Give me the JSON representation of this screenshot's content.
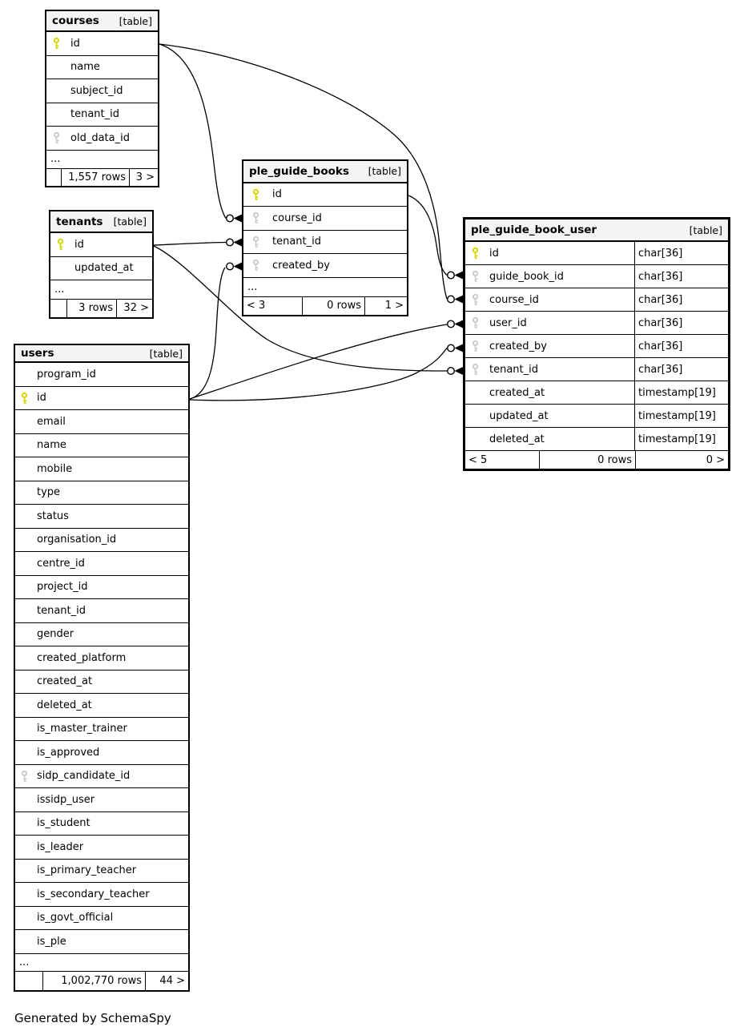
{
  "diagram": {
    "footer_note": "Generated by SchemaSpy",
    "colors": {
      "primary_key": "#d6d600",
      "foreign_key": "#cbcbcb",
      "header_bg": "#f4f4f4",
      "border": "#000000"
    },
    "tables": [
      {
        "id": "courses",
        "name": "courses",
        "tag": "[table]",
        "fields": [
          {
            "label": "id",
            "key": "primary"
          },
          {
            "label": "name"
          },
          {
            "label": "subject_id"
          },
          {
            "label": "tenant_id"
          },
          {
            "label": "old_data_id",
            "key": "foreign"
          }
        ],
        "ellipsis": "...",
        "footer": {
          "left": "",
          "mid": "1,557 rows",
          "right": "3 >"
        }
      },
      {
        "id": "tenants",
        "name": "tenants",
        "tag": "[table]",
        "fields": [
          {
            "label": "id",
            "key": "primary"
          },
          {
            "label": "updated_at"
          }
        ],
        "ellipsis": "...",
        "footer": {
          "left": "",
          "mid": "3 rows",
          "right": "32 >"
        }
      },
      {
        "id": "ple-guide-books",
        "name": "ple_guide_books",
        "tag": "[table]",
        "fields": [
          {
            "label": "id",
            "key": "primary"
          },
          {
            "label": "course_id",
            "key": "foreign"
          },
          {
            "label": "tenant_id",
            "key": "foreign"
          },
          {
            "label": "created_by",
            "key": "foreign"
          }
        ],
        "ellipsis": "...",
        "footer": {
          "left": "< 3",
          "mid": "0 rows",
          "right": "1 >"
        }
      },
      {
        "id": "ple-guide-book-user",
        "name": "ple_guide_book_user",
        "tag": "[table]",
        "fields": [
          {
            "label": "id",
            "key": "primary",
            "type": "char[36]"
          },
          {
            "label": "guide_book_id",
            "key": "foreign",
            "type": "char[36]"
          },
          {
            "label": "course_id",
            "key": "foreign",
            "type": "char[36]"
          },
          {
            "label": "user_id",
            "key": "foreign",
            "type": "char[36]"
          },
          {
            "label": "created_by",
            "key": "foreign",
            "type": "char[36]"
          },
          {
            "label": "tenant_id",
            "key": "foreign",
            "type": "char[36]"
          },
          {
            "label": "created_at",
            "type": "timestamp[19]"
          },
          {
            "label": "updated_at",
            "type": "timestamp[19]"
          },
          {
            "label": "deleted_at",
            "type": "timestamp[19]"
          }
        ],
        "footer": {
          "left": "< 5",
          "mid": "0 rows",
          "right": "0 >"
        }
      },
      {
        "id": "users",
        "name": "users",
        "tag": "[table]",
        "fields": [
          {
            "label": "program_id"
          },
          {
            "label": "id",
            "key": "primary"
          },
          {
            "label": "email"
          },
          {
            "label": "name"
          },
          {
            "label": "mobile"
          },
          {
            "label": "type"
          },
          {
            "label": "status"
          },
          {
            "label": "organisation_id"
          },
          {
            "label": "centre_id"
          },
          {
            "label": "project_id"
          },
          {
            "label": "tenant_id"
          },
          {
            "label": "gender"
          },
          {
            "label": "created_platform"
          },
          {
            "label": "created_at"
          },
          {
            "label": "deleted_at"
          },
          {
            "label": "is_master_trainer"
          },
          {
            "label": "is_approved"
          },
          {
            "label": "sidp_candidate_id",
            "key": "foreign"
          },
          {
            "label": "issidp_user"
          },
          {
            "label": "is_student"
          },
          {
            "label": "is_leader"
          },
          {
            "label": "is_primary_teacher"
          },
          {
            "label": "is_secondary_teacher"
          },
          {
            "label": "is_govt_official"
          },
          {
            "label": "is_ple"
          }
        ],
        "ellipsis": "...",
        "footer": {
          "left": "",
          "mid": "1,002,770 rows",
          "right": "44 >"
        }
      }
    ],
    "relationships": [
      {
        "from": "courses.id",
        "to": "ple_guide_books.course_id"
      },
      {
        "from": "courses.id",
        "to": "ple_guide_book_user.course_id"
      },
      {
        "from": "tenants.id",
        "to": "ple_guide_books.tenant_id"
      },
      {
        "from": "tenants.id",
        "to": "ple_guide_book_user.tenant_id"
      },
      {
        "from": "users.id",
        "to": "ple_guide_books.created_by"
      },
      {
        "from": "users.id",
        "to": "ple_guide_book_user.user_id"
      },
      {
        "from": "users.id",
        "to": "ple_guide_book_user.created_by"
      },
      {
        "from": "ple_guide_books.id",
        "to": "ple_guide_book_user.guide_book_id"
      }
    ]
  }
}
